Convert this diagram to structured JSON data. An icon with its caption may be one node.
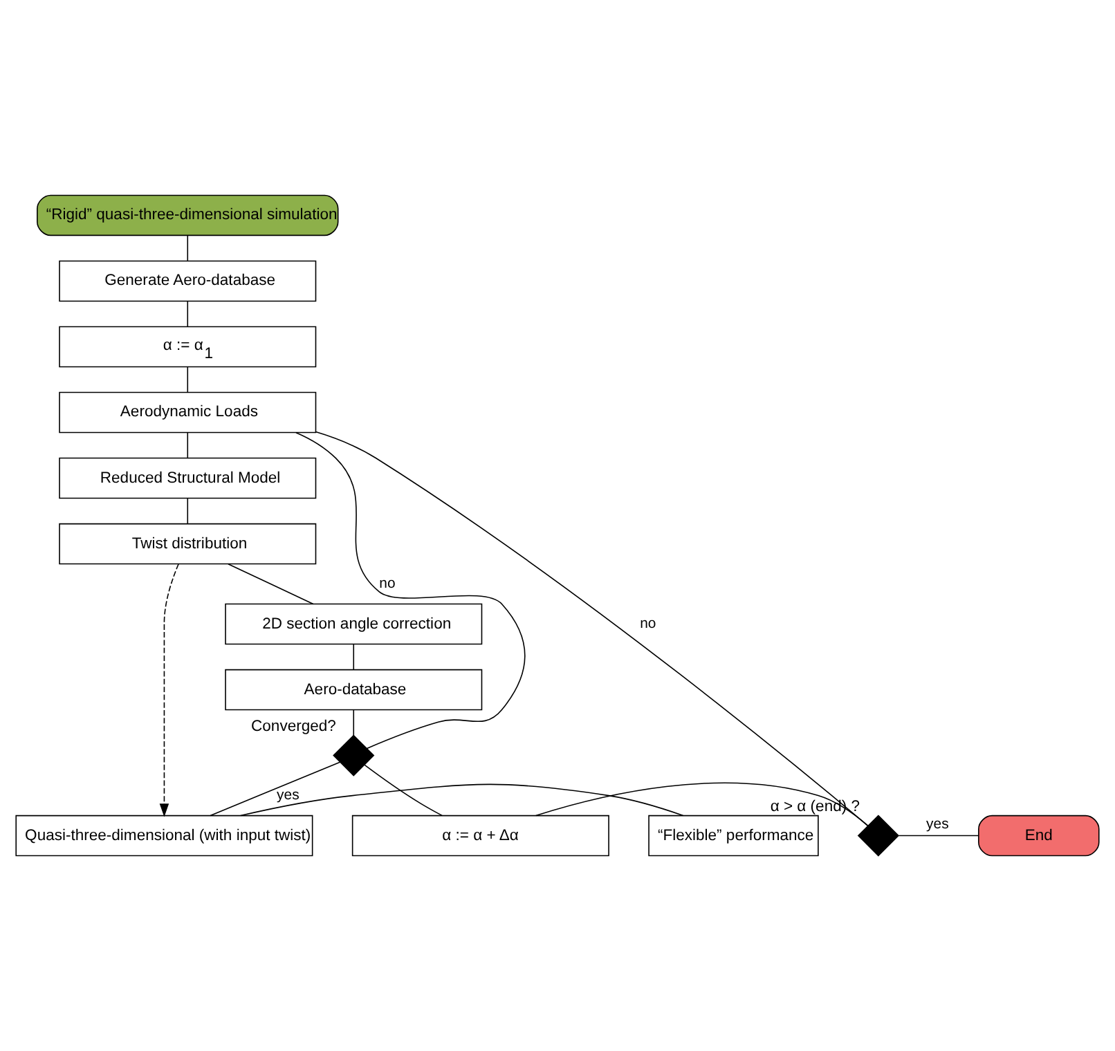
{
  "diagram": {
    "nodes": [
      {
        "text": [
          "“Rigid” quasi-three-dimensional simulation"
        ]
      },
      {
        "text": [
          "Generate Aero-database"
        ]
      },
      {
        "text": [
          "α := α$_{1}$"
        ]
      },
      {
        "text": [
          "Aerodynamic Loads"
        ]
      },
      {
        "text": [
          "Reduced Structural Model"
        ]
      },
      {
        "text": [
          "Twist distribution"
        ]
      },
      {
        "text": [
          "2D section angle correction"
        ]
      },
      {
        "text": [
          "Aero-database"
        ]
      },
      {
        "text": [
          "Converged?"
        ]
      },
      {
        "text": [
          "Quasi-three-dimensional (with input twist)"
        ]
      },
      {
        "text": [
          "“Flexible” performance"
        ]
      },
      {
        "text": [
          "α := α + Δα"
        ]
      },
      {
        "text": [
          "α > α (end) ?"
        ]
      },
      {
        "text": [
          "End"
        ]
      }
    ],
    "edges": [
      {
        "from": 0,
        "to": 1,
        "arrow": "none"
      },
      {
        "from": 1,
        "to": 2,
        "arrow": "none"
      },
      {
        "from": 2,
        "to": 3,
        "arrow": "none"
      },
      {
        "from": 3,
        "to": 4,
        "arrow": "none"
      },
      {
        "from": 4,
        "to": 5,
        "arrow": "none"
      },
      {
        "from": 5,
        "to": 6,
        "arrow": "none"
      },
      {
        "from": 6,
        "to": 7,
        "arrow": "none"
      },
      {
        "from": 7,
        "to": 8,
        "arrow": "none"
      },
      {
        "from": 5,
        "to": 9,
        "arrow": "to",
        "style": "dashed"
      },
      {
        "from": 8,
        "to": 9,
        "arrow": "none",
        "label": "yes"
      },
      {
        "from": 8,
        "to": 11,
        "arrow": "none"
      },
      {
        "from": 9,
        "to": 10,
        "arrow": "none"
      },
      {
        "from": 8,
        "to": 3,
        "arrow": "none",
        "label": "no"
      },
      {
        "from": 11,
        "to": 12,
        "arrow": "none"
      },
      {
        "from": 12,
        "to": 13,
        "arrow": "none",
        "label": "yes"
      },
      {
        "from": 12,
        "to": 3,
        "arrow": "none",
        "label": "no"
      }
    ]
  }
}
